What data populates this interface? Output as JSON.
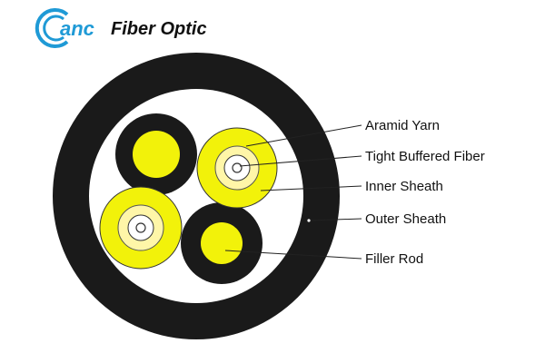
{
  "logo": {
    "mark_text": "anc",
    "brand_text": "Fiber Optic",
    "colors": {
      "mark": "#1f9ad6",
      "brand": "#111111"
    }
  },
  "diagram": {
    "colors": {
      "outer_sheath": "#1a1a1a",
      "filler": "#ffffff",
      "buffer": "#f2f20a",
      "yarn": "#fff6a8",
      "outline": "#333333",
      "line": "#222222"
    },
    "labels": {
      "aramid_yarn": "Aramid Yarn",
      "tight_buffered_fiber": "Tight Buffered Fiber",
      "inner_sheath": "Inner Sheath",
      "outer_sheath": "Outer Sheath",
      "filler_rod": "Filler Rod"
    }
  }
}
